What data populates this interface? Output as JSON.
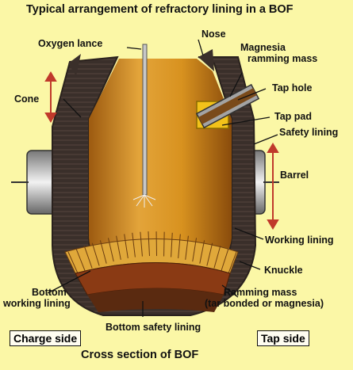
{
  "title": "Typical arrangement of refractory lining in a BOF",
  "caption": "Cross section of BOF",
  "side_labels": {
    "charge": "Charge side",
    "tap": "Tap side"
  },
  "labels": {
    "oxygen_lance": "Oxygen lance",
    "nose": "Nose",
    "magnesia_line1": "Magnesia",
    "magnesia_line2": "ramming mass",
    "tap_hole": "Tap hole",
    "tap_pad": "Tap pad",
    "cone": "Cone",
    "safety_lining": "Safety lining",
    "barrel": "Barrel",
    "working_lining": "Working lining",
    "knuckle": "Knuckle",
    "ramming_line1": "Ramming mass",
    "ramming_line2": "(tar bonded or magnesia)",
    "bottom_working_line1": "Bottom",
    "bottom_working_line2": "working lining",
    "bottom_safety": "Bottom safety lining"
  },
  "colors": {
    "background": "#fbf7a6",
    "interior": "#d08a1c",
    "lining": "#3a2f2a",
    "shell": "#5a4a40",
    "bottom_brick": "#e0a83a",
    "ramming": "#8a3a14",
    "tap_pad": "#f2c21a",
    "arrow": "#c0392b"
  }
}
